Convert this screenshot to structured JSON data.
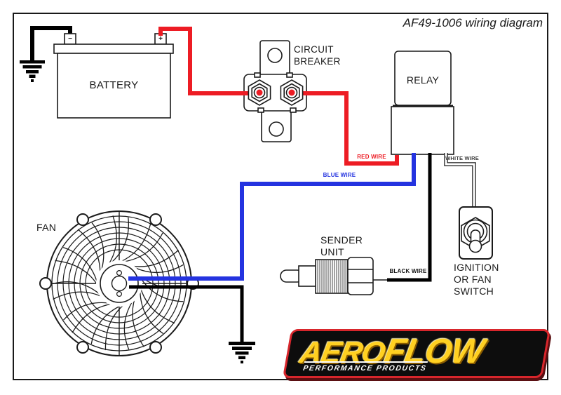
{
  "title": "AF49-1006 wiring diagram",
  "colors": {
    "wire_red": "#ed1c24",
    "wire_blue": "#2433e0",
    "wire_black": "#000000",
    "wire_white": "#ffffff",
    "line": "#1a1a1a",
    "logo_red": "#d8262c",
    "logo_gold": "#ffd021",
    "logo_black": "#0d0d0d"
  },
  "components": {
    "battery": {
      "label": "BATTERY",
      "negative": "−",
      "positive": "+"
    },
    "circuit_breaker": {
      "line1": "CIRCUIT",
      "line2": "BREAKER"
    },
    "relay": {
      "label": "RELAY"
    },
    "fan": {
      "label": "FAN"
    },
    "sender_unit": {
      "line1": "SENDER",
      "line2": "UNIT"
    },
    "ignition_switch": {
      "line1": "IGNITION",
      "line2": "OR FAN",
      "line3": "SWITCH"
    }
  },
  "wire_labels": {
    "red": "RED WIRE",
    "blue": "BLUE WIRE",
    "white": "WHITE WIRE",
    "black": "BLACK WIRE"
  },
  "logo": {
    "brand_aero": "AERO",
    "brand_flow": "FLOW",
    "tagline": "PERFORMANCE PRODUCTS"
  }
}
